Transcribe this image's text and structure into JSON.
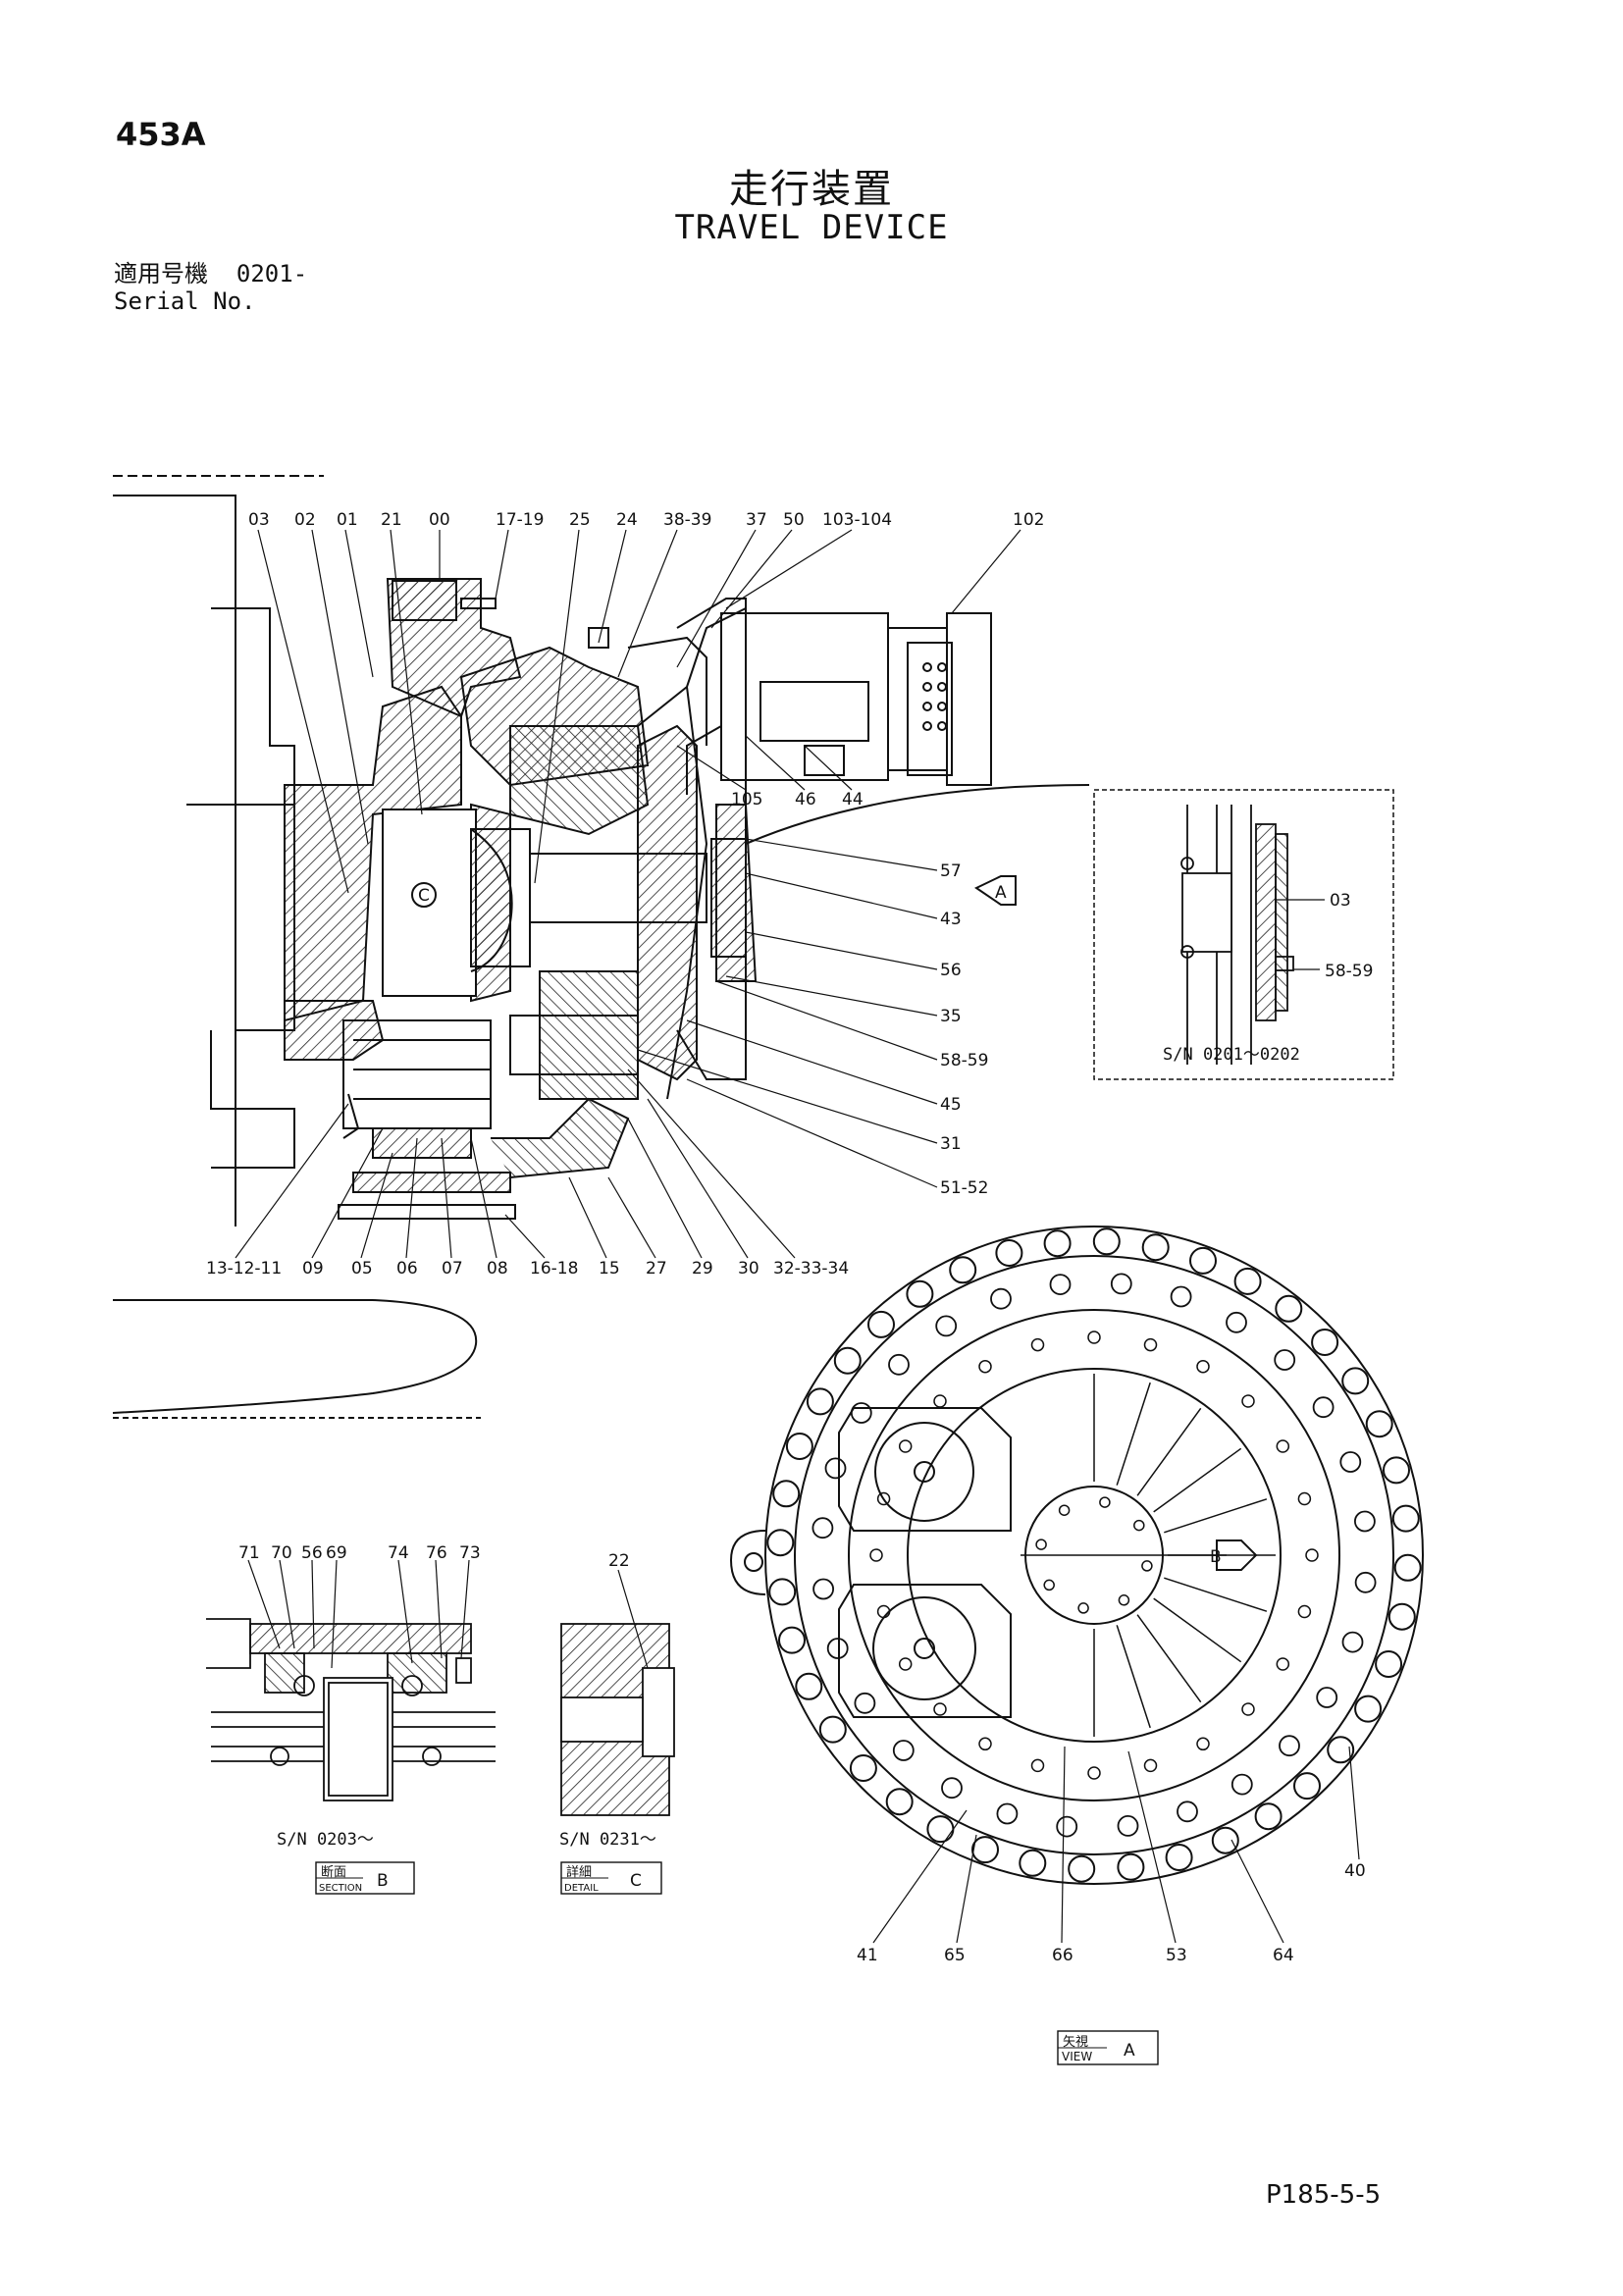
{
  "sheet_code": "453A",
  "title_jp": "走行装置",
  "title_en": "TRAVEL DEVICE",
  "serial_label_jp": "適用号機",
  "serial_label_en": "Serial No.",
  "serial_value": "0201-",
  "page_number": "P185-5-5",
  "main_labels": [
    "03",
    "02",
    "01",
    "21",
    "00",
    "17-19",
    "25",
    "24",
    "38-39",
    "37",
    "50",
    "103-104",
    "102",
    "105",
    "46",
    "44",
    "57",
    "43",
    "56",
    "35",
    "58-59",
    "45",
    "31",
    "51-52",
    "13-12-11",
    "09",
    "05",
    "06",
    "07",
    "08",
    "16-18",
    "15",
    "27",
    "29",
    "30",
    "32-33-34",
    "C"
  ],
  "view_a_marker": "A",
  "inset_sn0201": {
    "labels": [
      "03",
      "58-59"
    ],
    "caption": "S/N 0201～0202"
  },
  "section_b": {
    "labels": [
      "71",
      "70",
      "56",
      "69",
      "74",
      "76",
      "73"
    ],
    "caption": "S/N 0203～",
    "box_jp": "断面",
    "box_en": "SECTION",
    "box_letter": "B"
  },
  "detail_c": {
    "labels": [
      "22"
    ],
    "caption": "S/N 0231～",
    "box_jp": "詳細",
    "box_en": "DETAIL",
    "box_letter": "C"
  },
  "view_a": {
    "labels": [
      "41",
      "65",
      "66",
      "53",
      "64",
      "40"
    ],
    "marker": "B",
    "box_jp": "矢視",
    "box_en": "VIEW",
    "box_letter": "A"
  }
}
